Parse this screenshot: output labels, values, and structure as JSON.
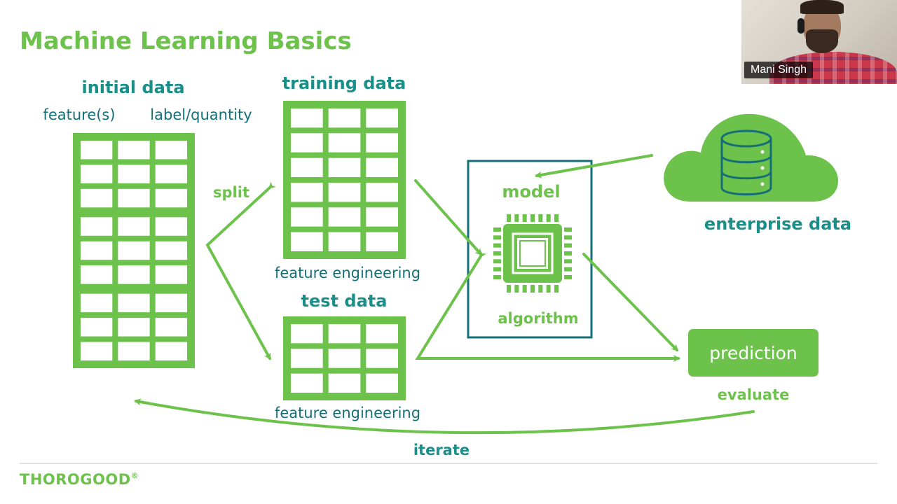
{
  "slide": {
    "title": "Machine Learning Basics",
    "initial_data": {
      "heading": "initial data",
      "columns": [
        "feature(s)",
        "label/quantity"
      ]
    },
    "split_label": "split",
    "training_data": {
      "heading": "training data",
      "caption": "feature engineering"
    },
    "test_data": {
      "heading": "test data",
      "caption": "feature engineering"
    },
    "model": {
      "heading": "model",
      "caption": "algorithm"
    },
    "enterprise_data": {
      "label": "enterprise data"
    },
    "prediction": {
      "label": "prediction",
      "caption": "evaluate"
    },
    "iterate_label": "iterate",
    "footer_logo": "THOROGOOD",
    "footer_mark": "®"
  },
  "colors": {
    "green": "#6cc24a",
    "teal": "#1a8f8a",
    "dark_teal": "#156f76",
    "divider": "#d9d9d9"
  },
  "webcam": {
    "name": "Mani Singh"
  },
  "icons": [
    "database-icon",
    "cloud-icon",
    "cpu-chip-icon",
    "table-grid-icon"
  ]
}
